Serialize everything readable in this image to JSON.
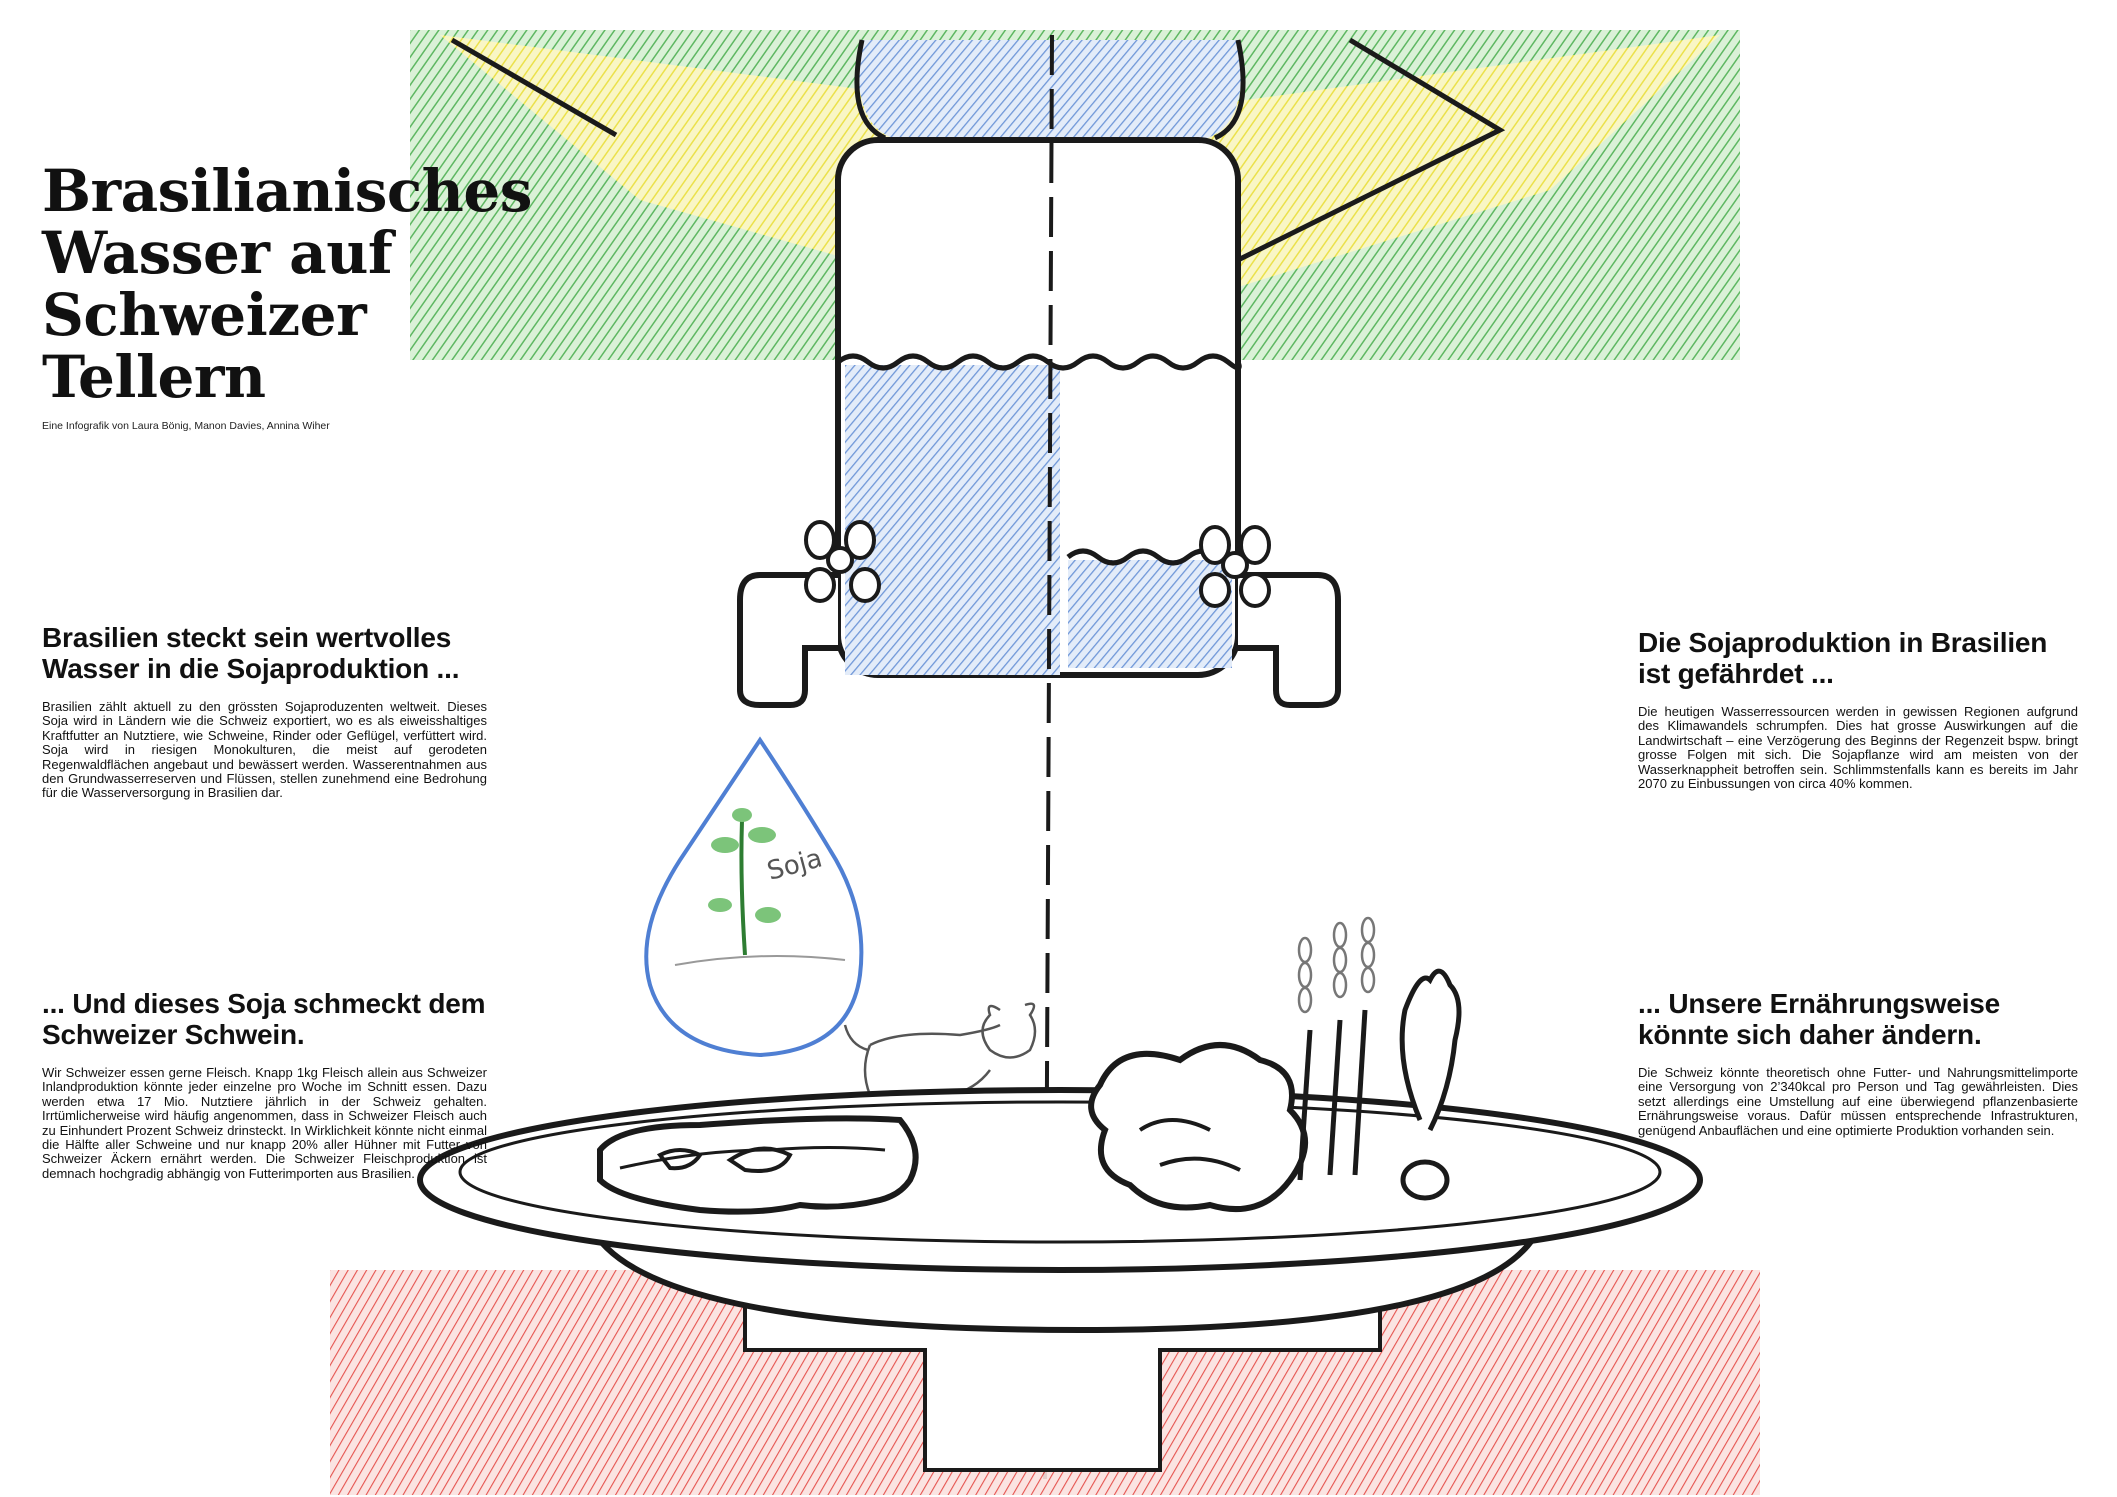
{
  "title_lines": [
    "Brasilianisches",
    "Wasser auf",
    "Schweizer",
    "Tellern"
  ],
  "credits": "Eine Infografik von Laura Bönig, Manon Davies, Annina Wiher",
  "sections": [
    {
      "heading": "Brasilien steckt sein wertvolles Wasser in die Sojaproduktion ...",
      "body": "Brasilien zählt aktuell zu den grössten Sojaproduzenten weltweit. Dieses Soja wird in Ländern wie die Schweiz exportiert, wo es als eiweisshaltiges Kraftfutter an Nutztiere, wie Schweine, Rinder oder Geflügel, verfüttert wird. Soja wird in riesigen Monokulturen, die meist auf gerodeten Regenwaldflächen angebaut und bewässert werden. Wasserentnahmen aus den Grundwasserreserven und Flüssen, stellen zunehmend eine Bedrohung für die Wasserversorgung in Brasilien dar."
    },
    {
      "heading": "... Und dieses Soja schmeckt dem Schweizer Schwein.",
      "body": "Wir Schweizer essen gerne Fleisch. Knapp 1kg Fleisch allein aus Schweizer Inlandproduktion könnte jeder einzelne pro Woche im Schnitt essen. Dazu werden etwa 17 Mio. Nutztiere jährlich in der Schweiz gehalten. Irrtümlicherweise wird häufig angenommen, dass in Schweizer Fleisch auch zu Einhundert Prozent Schweiz drinsteckt. In Wirklichkeit könnte nicht einmal die Hälfte aller Schweine und nur knapp 20% aller Hühner mit Futter von Schweizer Äckern ernährt werden. Die Schweizer Fleischproduktion ist demnach hochgradig abhängig von Futterimporten aus Brasilien."
    },
    {
      "heading": "Die Sojaproduktion in Brasilien ist gefährdet ...",
      "body": "Die heutigen Wasserressourcen werden in gewissen Regionen aufgrund des Klimawandels schrumpfen. Dies hat grosse Auswirkungen auf die Landwirtschaft – eine Verzögerung des Beginns der Regenzeit bspw. bringt grosse Folgen mit sich. Die Sojapflanze wird am meisten von der Wasserknappheit betroffen sein. Schlimmstenfalls kann es bereits im Jahr 2070 zu Einbussungen von circa 40% kommen."
    },
    {
      "heading": "... Unsere Ernährungsweise könnte sich daher ändern.",
      "body": "Die Schweiz könnte theoretisch ohne Futter- und Nahrungsmittelimporte eine Versorgung von 2’340kcal pro Person und Tag gewährleisten. Dies setzt allerdings eine Umstellung auf eine überwiegend pflanzenbasierte Ernährungsweise voraus. Dafür müssen entsprechende Infrastrukturen, genügend Anbauflächen und eine optimierte Produktion vorhanden sein."
    }
  ],
  "drop_label": "Soja",
  "colors": {
    "brazil_green": "#4caf50",
    "brazil_yellow": "#f2e34a",
    "water_blue": "#6f97d8",
    "swiss_red": "#e2413c",
    "ink": "#1a1a1a"
  },
  "icons": [
    "brazil-flag-icon",
    "water-tank-icon",
    "faucet-icon",
    "water-drop-icon",
    "soy-plant-icon",
    "cow-icon",
    "plate-icon",
    "steak-icon",
    "salad-icon",
    "wheat-icon",
    "carrot-icon"
  ]
}
